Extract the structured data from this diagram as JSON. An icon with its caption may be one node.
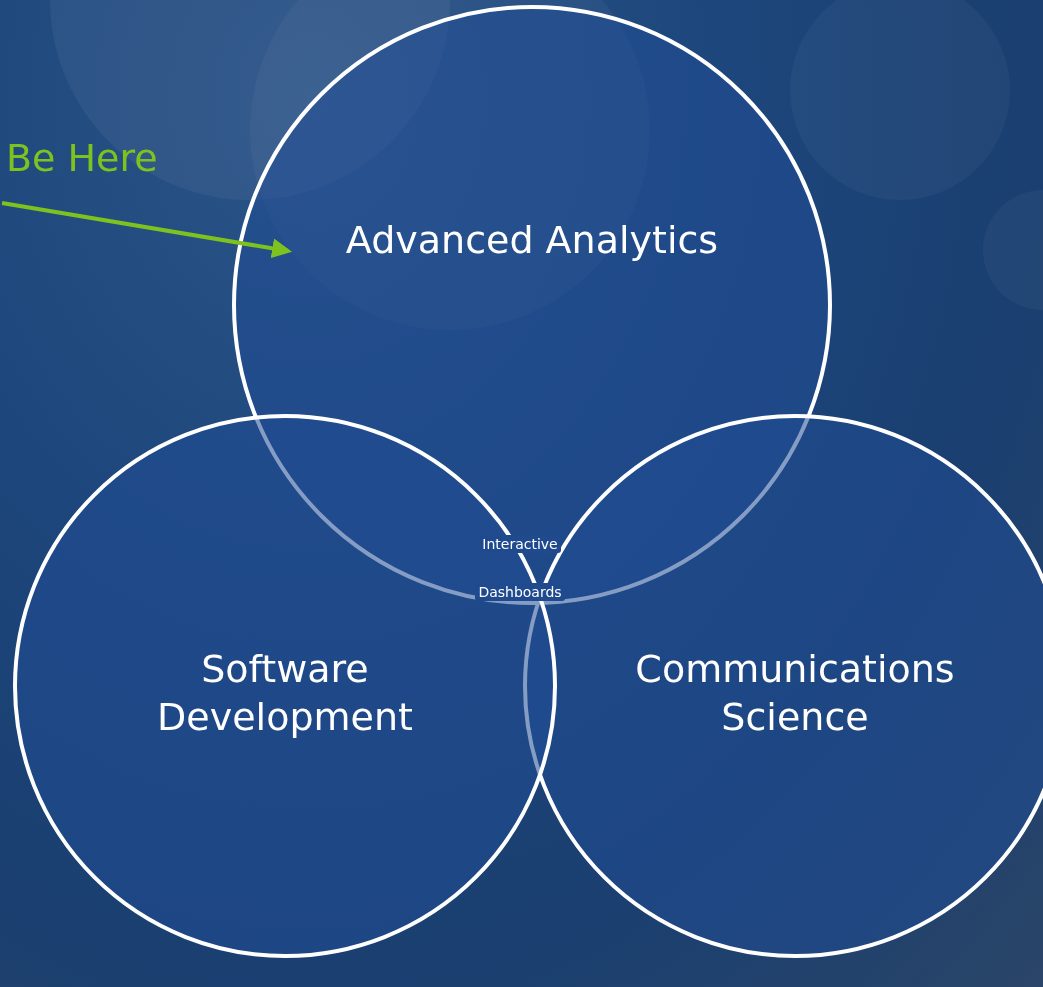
{
  "diagram": {
    "nodes": [
      {
        "text": [
          "Be Here"
        ]
      },
      {
        "text": [
          "Advanced Analytics"
        ]
      },
      {
        "text": [
          "Software Development"
        ]
      },
      {
        "text": [
          "Communications Science"
        ]
      }
    ],
    "edges": [
      {
        "from": 0,
        "to": 1,
        "arrow": "to",
        "color": "#7dc21e"
      }
    ],
    "labels": [
      "Interactive Dashboards"
    ]
  }
}
